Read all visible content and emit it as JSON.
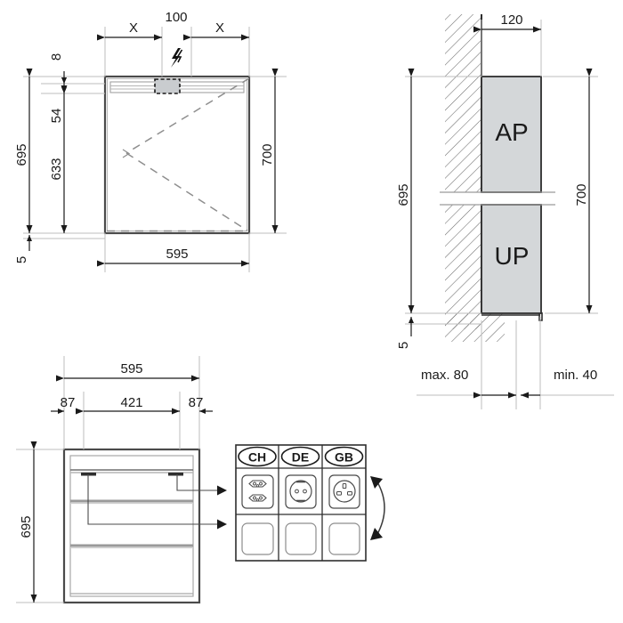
{
  "drawing": {
    "title": "Mirror cabinet installation dimension drawing",
    "units": "mm",
    "line_color": "#3c3c3c",
    "dim_color": "#1a1a1a",
    "fill_gray": "#d4d7d9",
    "hatch_color": "#6b6b6b"
  },
  "view_front": {
    "name": "front-elevation",
    "dims": {
      "width_outer": "595",
      "height_total": "700",
      "height_695": "695",
      "height_633": "633",
      "height_54": "54",
      "height_8": "8",
      "height_5": "5",
      "socket_width": "100",
      "side_x_left": "X",
      "side_x_right": "X"
    },
    "symbols": {
      "power": "lightning-bolt"
    }
  },
  "view_section": {
    "name": "wall-section",
    "labels": {
      "upper_box": "AP",
      "lower_box": "UP"
    },
    "dims": {
      "depth_120": "120",
      "height_695": "695",
      "height_700": "700",
      "height_5": "5",
      "max_80": "max. 80",
      "min_40": "min. 40"
    }
  },
  "view_interior": {
    "name": "interior-elevation",
    "dims": {
      "width_595": "595",
      "left_87": "87",
      "middle_421": "421",
      "right_87": "87",
      "height_695": "695"
    }
  },
  "socket_table": {
    "name": "socket-variant-table",
    "headers": [
      "CH",
      "DE",
      "GB"
    ],
    "rows": [
      {
        "name": "socket-row",
        "cells": [
          {
            "country": "CH",
            "icon": "ch-socket-icon"
          },
          {
            "country": "DE",
            "icon": "de-schuko-socket-icon"
          },
          {
            "country": "GB",
            "icon": "gb-socket-icon"
          }
        ]
      },
      {
        "name": "blank-row",
        "cells": [
          {
            "country": "CH",
            "icon": "blank-plate-icon"
          },
          {
            "country": "DE",
            "icon": "blank-plate-icon"
          },
          {
            "country": "GB",
            "icon": "blank-plate-icon"
          }
        ]
      }
    ],
    "swap_arrow": "swap-rows-curved-arrow"
  }
}
